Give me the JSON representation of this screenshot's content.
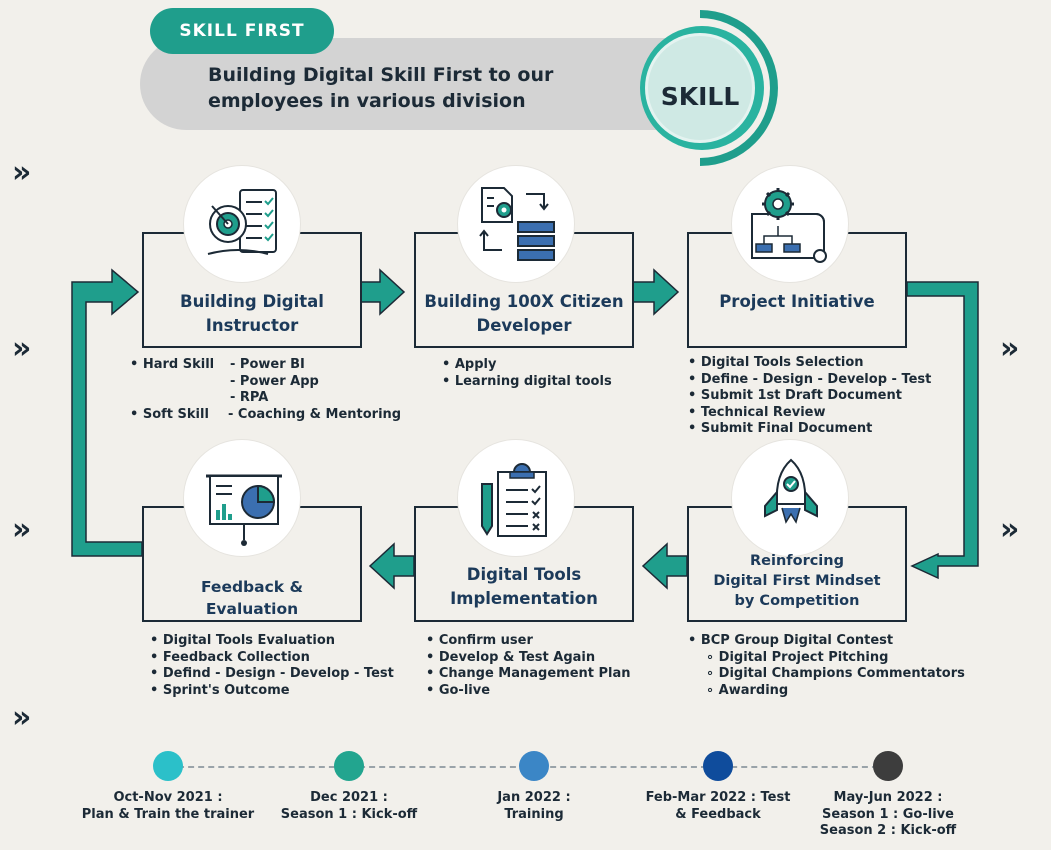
{
  "header": {
    "tab_label": "SKILL FIRST",
    "line1": "Building Digital Skill First to our",
    "line2": "employees in various division",
    "badge": "SKILL"
  },
  "colors": {
    "teal": "#1f9e8c",
    "navy": "#1c2a36",
    "dot1": "#2bc0c9",
    "dot2": "#22a58f",
    "dot3": "#3b86c6",
    "dot4": "#0f4c9c",
    "dot5": "#3d3d3d"
  },
  "steps": {
    "instructor": {
      "title1": "Building Digital",
      "title2": "Instructor",
      "icon": "target-checklist-icon",
      "bullets": {
        "hard_skill": "• Hard Skill",
        "power_bi": "- Power BI",
        "power_app": "- Power App",
        "rpa": "- RPA",
        "soft_skill": "• Soft Skill",
        "coaching": "- Coaching & Mentoring"
      }
    },
    "citizen": {
      "title1": "Building 100X Citizen",
      "title2": "Developer",
      "icon": "gear-workflow-icon",
      "bullets": [
        "• Apply",
        "• Learning digital tools"
      ]
    },
    "initiative": {
      "title": "Project Initiative",
      "icon": "gear-blueprint-icon",
      "bullets": [
        "• Digital Tools Selection",
        "• Define - Design - Develop - Test",
        "• Submit 1st Draft Document",
        "• Technical Review",
        "• Submit Final Document"
      ]
    },
    "reinforcing": {
      "title1": "Reinforcing",
      "title2": "Digital First Mindset",
      "title3": "by Competition",
      "icon": "rocket-icon",
      "bullets": [
        "• BCP Group Digital Contest",
        "∘ Digital Project Pitching",
        "∘ Digital Champions Commentators",
        "∘ Awarding"
      ]
    },
    "implementation": {
      "title1": "Digital Tools",
      "title2": "Implementation",
      "icon": "clipboard-checklist-icon",
      "bullets": [
        "• Confirm user",
        "• Develop & Test Again",
        "• Change Management Plan",
        "• Go-live"
      ]
    },
    "feedback": {
      "title1": "Feedback &",
      "title2": "Evaluation",
      "icon": "presentation-chart-icon",
      "bullets": [
        "• Digital Tools Evaluation",
        "• Feedback Collection",
        "• Defind - Design - Develop - Test",
        "• Sprint's Outcome"
      ]
    }
  },
  "timeline": [
    {
      "line1": "Oct-Nov 2021 :",
      "line2": "Plan & Train the trainer",
      "line3": ""
    },
    {
      "line1": "Dec 2021 :",
      "line2": "Season 1 : Kick-off",
      "line3": ""
    },
    {
      "line1": "Jan 2022 :",
      "line2": "Training",
      "line3": ""
    },
    {
      "line1": "Feb-Mar 2022 : Test",
      "line2": "& Feedback",
      "line3": ""
    },
    {
      "line1": "May-Jun 2022 :",
      "line2": "Season 1 : Go-live",
      "line3": "Season 2 : Kick-off"
    }
  ],
  "chevron": "»"
}
